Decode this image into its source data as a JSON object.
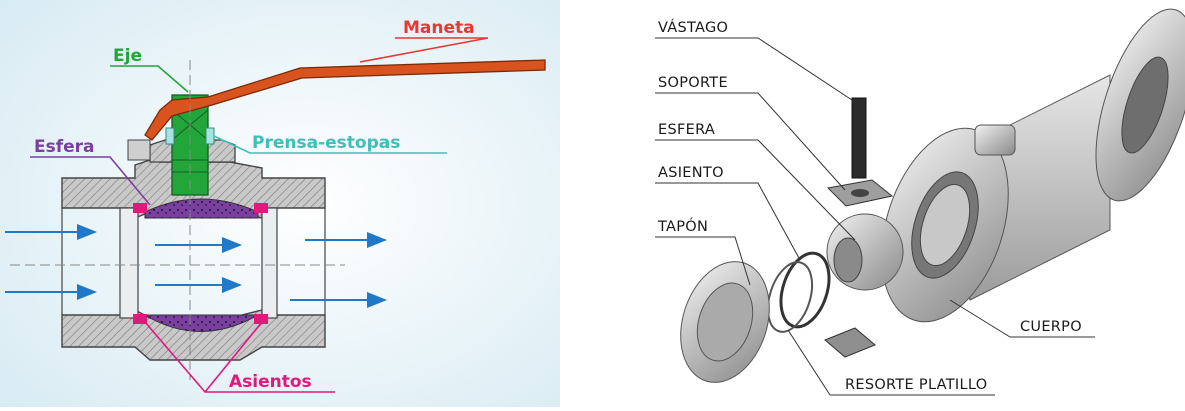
{
  "left_diagram": {
    "labels": {
      "handle": "Maneta",
      "stem": "Eje",
      "ball": "Esfera",
      "packing": "Prensa-estopas",
      "seats": "Asientos"
    },
    "colors": {
      "handle": "#e53935",
      "stem": "#22a63a",
      "ball": "#7b3fa0",
      "packing": "#3fbfb7",
      "seats": "#e0197d",
      "flow_arrow": "#1f78c8",
      "background": "#e8f3f8"
    }
  },
  "right_diagram": {
    "labels": {
      "stem": "VÁSTAGO",
      "support": "SOPORTE",
      "ball": "ESFERA",
      "seat": "ASIENTO",
      "plug": "TAPÓN",
      "body": "CUERPO",
      "spring": "RESORTE PLATILLO"
    }
  }
}
